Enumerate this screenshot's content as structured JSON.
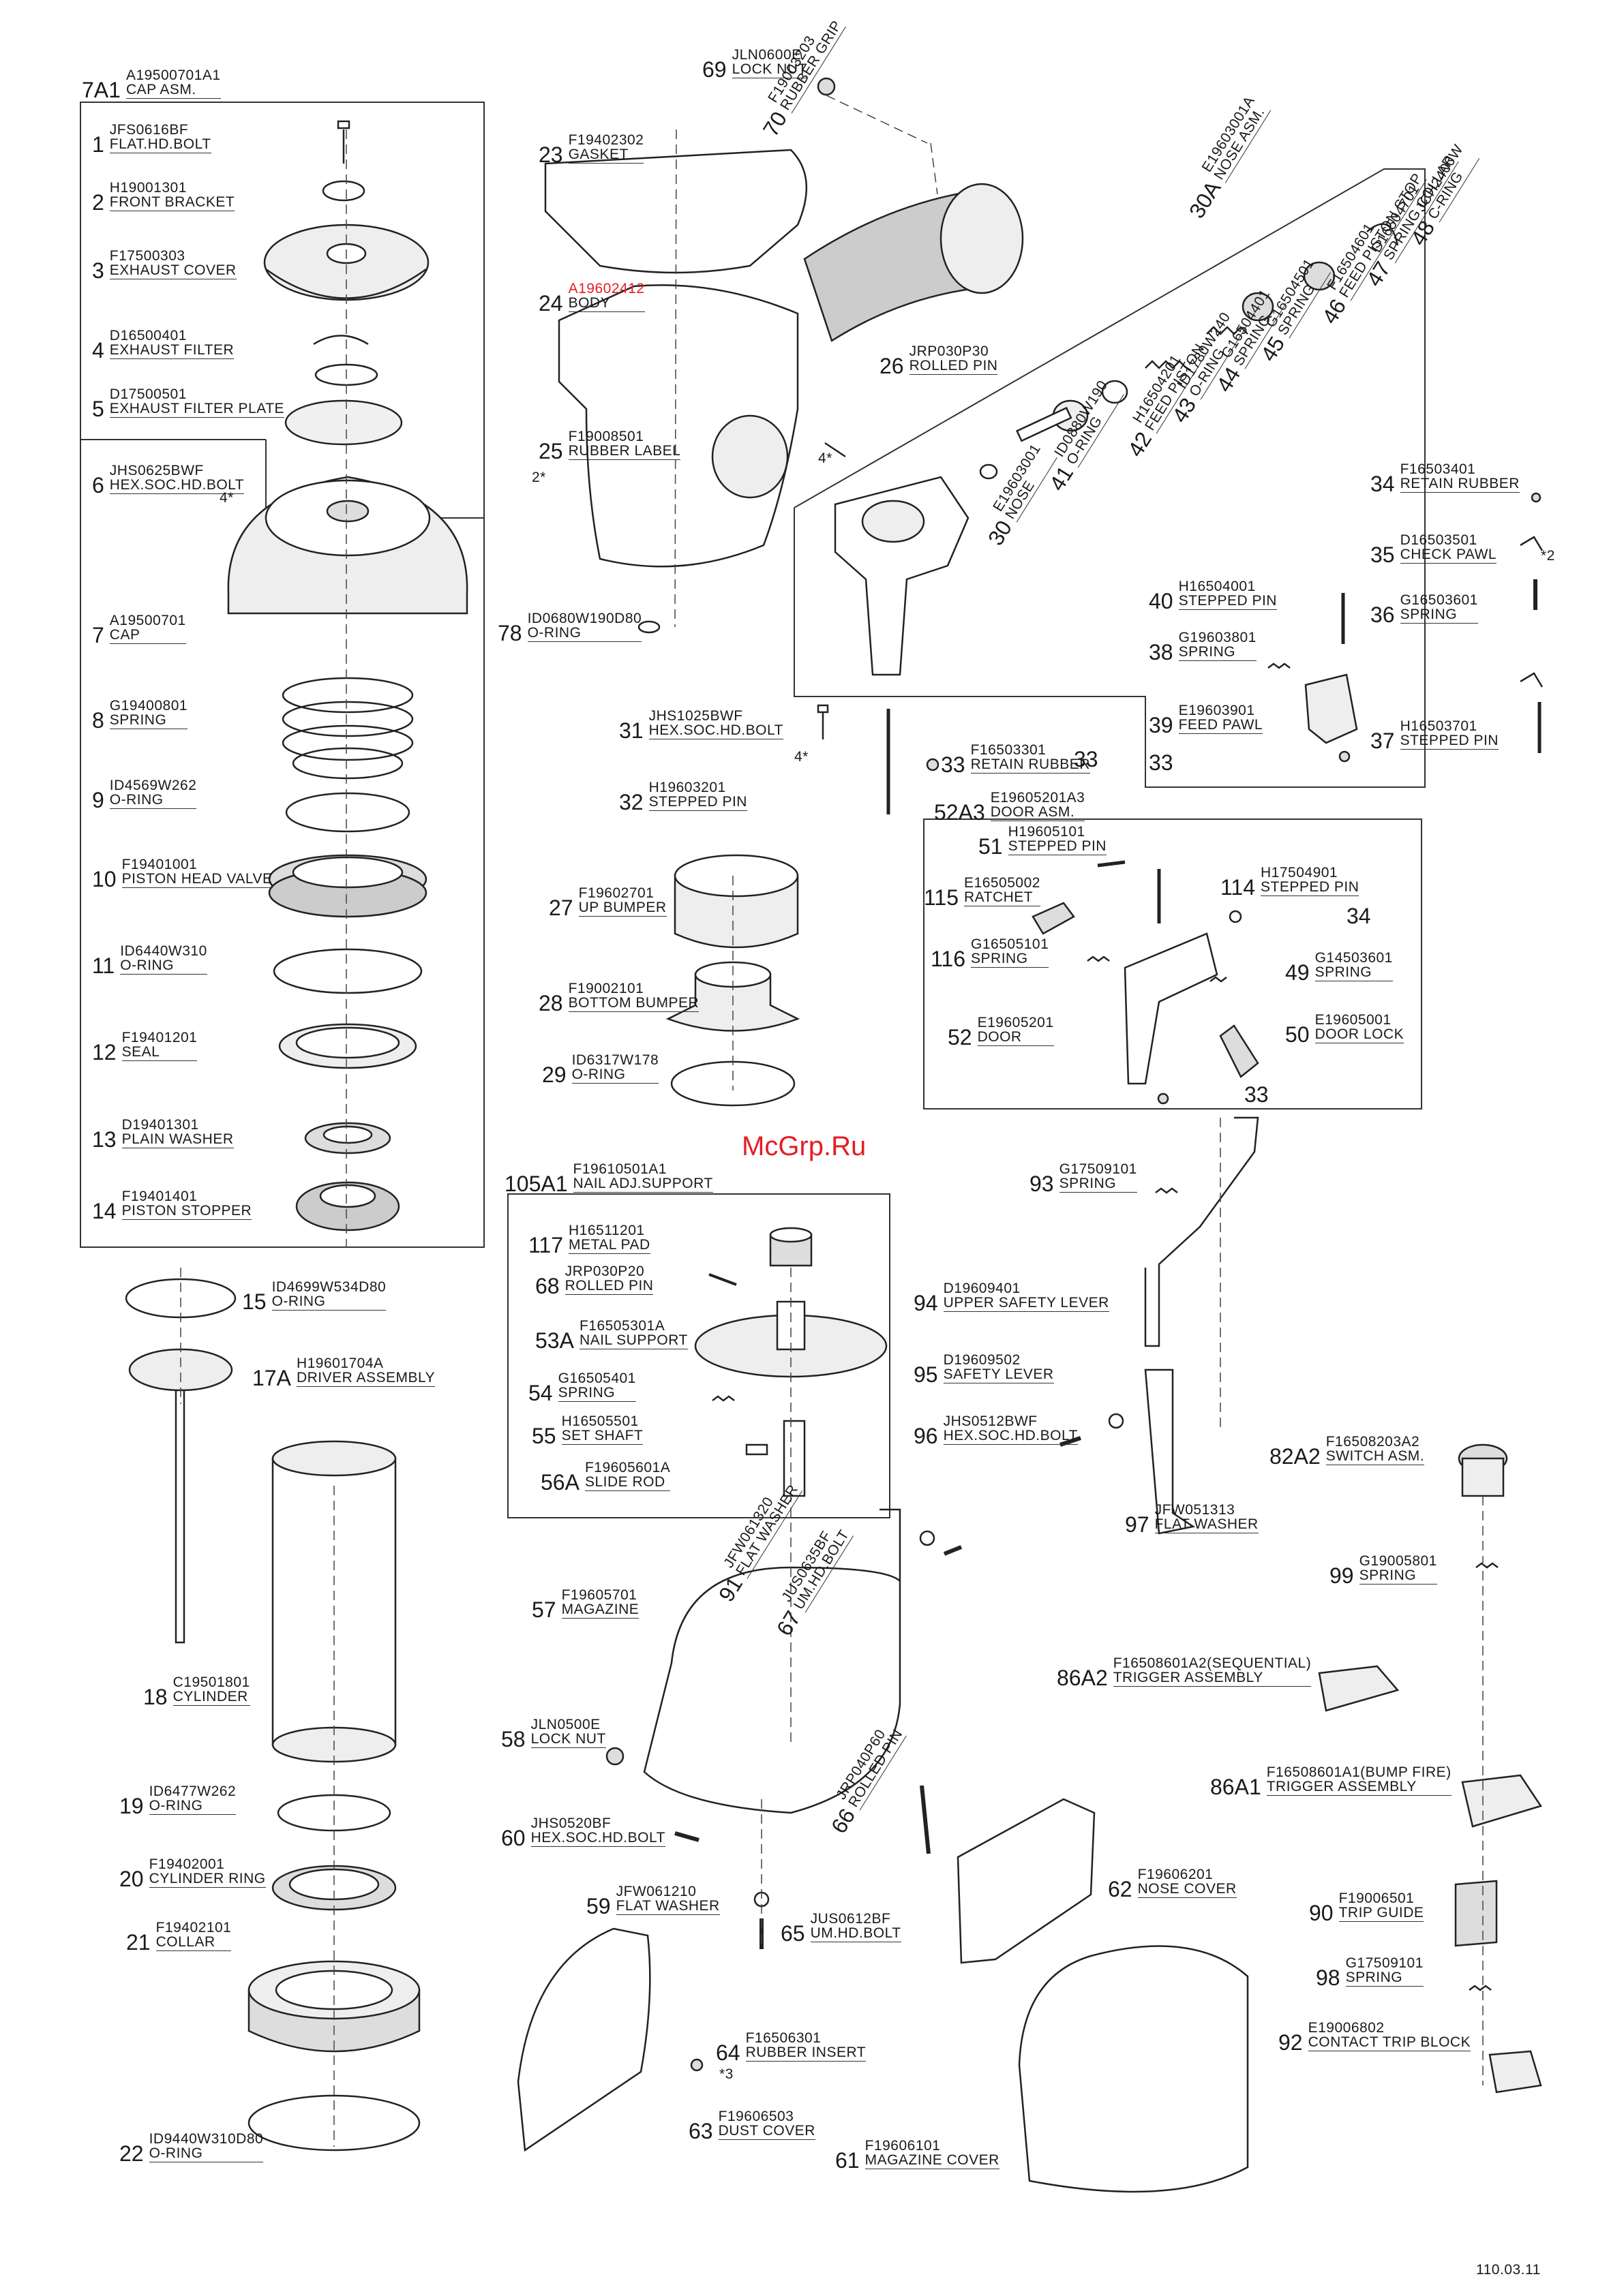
{
  "watermark": "McGrp.Ru",
  "doc_code": "110.03.11",
  "colors": {
    "line": "#333333",
    "accent": "#e31e24"
  },
  "parts": [
    {
      "num": "7A1",
      "code": "A19500701A1",
      "name": "CAP ASM."
    },
    {
      "num": "1",
      "code": "JFS0616BF",
      "name": "FLAT.HD.BOLT"
    },
    {
      "num": "2",
      "code": "H19001301",
      "name": "FRONT BRACKET"
    },
    {
      "num": "3",
      "code": "F17500303",
      "name": "EXHAUST COVER"
    },
    {
      "num": "4",
      "code": "D16500401",
      "name": "EXHAUST FILTER"
    },
    {
      "num": "5",
      "code": "D17500501",
      "name": "EXHAUST FILTER PLATE"
    },
    {
      "num": "6",
      "code": "JHS0625BWF",
      "name": "HEX.SOC.HD.BOLT"
    },
    {
      "num": "7",
      "code": "A19500701",
      "name": "CAP"
    },
    {
      "num": "8",
      "code": "G19400801",
      "name": "SPRING"
    },
    {
      "num": "9",
      "code": "ID4569W262",
      "name": "O-RING"
    },
    {
      "num": "10",
      "code": "F19401001",
      "name": "PISTON HEAD VALVE"
    },
    {
      "num": "11",
      "code": "ID6440W310",
      "name": "O-RING"
    },
    {
      "num": "12",
      "code": "F19401201",
      "name": "SEAL"
    },
    {
      "num": "13",
      "code": "D19401301",
      "name": "PLAIN WASHER"
    },
    {
      "num": "14",
      "code": "F19401401",
      "name": "PISTON STOPPER"
    },
    {
      "num": "15",
      "code": "ID4699W534D80",
      "name": "O-RING"
    },
    {
      "num": "17A",
      "code": "H19601704A",
      "name": "DRIVER ASSEMBLY"
    },
    {
      "num": "18",
      "code": "C19501801",
      "name": "CYLINDER"
    },
    {
      "num": "19",
      "code": "ID6477W262",
      "name": "O-RING"
    },
    {
      "num": "20",
      "code": "F19402001",
      "name": "CYLINDER RING"
    },
    {
      "num": "21",
      "code": "F19402101",
      "name": "COLLAR"
    },
    {
      "num": "22",
      "code": "ID9440W310D80",
      "name": "O-RING"
    },
    {
      "num": "69",
      "code": "JLN0600E",
      "name": "LOCK NUT"
    },
    {
      "num": "23",
      "code": "F19402302",
      "name": "GASKET"
    },
    {
      "num": "70",
      "code": "F19003203",
      "name": "RUBBER GRIP"
    },
    {
      "num": "24",
      "code": "A19602412",
      "name": "BODY"
    },
    {
      "num": "26",
      "code": "JRP030P30",
      "name": "ROLLED PIN"
    },
    {
      "num": "25",
      "code": "F19008501",
      "name": "RUBBER LABEL"
    },
    {
      "num": "78",
      "code": "ID0680W190D80",
      "name": "O-RING"
    },
    {
      "num": "30A",
      "code": "E19603001A",
      "name": "NOSE ASM."
    },
    {
      "num": "48",
      "code": "JCH2400W",
      "name": "C-RING"
    },
    {
      "num": "47",
      "code": "D16504701",
      "name": "SPRING COLLAR"
    },
    {
      "num": "46",
      "code": "F16504601",
      "name": "FEED PISTON STOP"
    },
    {
      "num": "45",
      "code": "G16504501",
      "name": "SPRING"
    },
    {
      "num": "44",
      "code": "G16504401",
      "name": "SPRING"
    },
    {
      "num": "43",
      "code": "ID1780W240",
      "name": "O-RING"
    },
    {
      "num": "42",
      "code": "H16504201",
      "name": "FEED PISTON"
    },
    {
      "num": "41",
      "code": "ID0880W190",
      "name": "O-RING"
    },
    {
      "num": "30",
      "code": "E19603001",
      "name": "NOSE"
    },
    {
      "num": "34",
      "code": "F16503401",
      "name": "RETAIN RUBBER"
    },
    {
      "num": "35",
      "code": "D16503501",
      "name": "CHECK PAWL"
    },
    {
      "num": "40",
      "code": "H16504001",
      "name": "STEPPED PIN"
    },
    {
      "num": "36",
      "code": "G16503601",
      "name": "SPRING"
    },
    {
      "num": "38",
      "code": "G19603801",
      "name": "SPRING"
    },
    {
      "num": "39",
      "code": "E19603901",
      "name": "FEED PAWL"
    },
    {
      "num": "37",
      "code": "H16503701",
      "name": "STEPPED PIN"
    },
    {
      "num": "31",
      "code": "JHS1025BWF",
      "name": "HEX.SOC.HD.BOLT"
    },
    {
      "num": "33",
      "code": "F16503301",
      "name": "RETAIN RUBBER"
    },
    {
      "num": "32",
      "code": "H19603201",
      "name": "STEPPED PIN"
    },
    {
      "num": "52A3",
      "code": "E19605201A3",
      "name": "DOOR ASM."
    },
    {
      "num": "51",
      "code": "H19605101",
      "name": "STEPPED PIN"
    },
    {
      "num": "115",
      "code": "E16505002",
      "name": "RATCHET"
    },
    {
      "num": "114",
      "code": "H17504901",
      "name": "STEPPED PIN"
    },
    {
      "num": "116",
      "code": "G16505101",
      "name": "SPRING"
    },
    {
      "num": "49",
      "code": "G14503601",
      "name": "SPRING"
    },
    {
      "num": "52",
      "code": "E19605201",
      "name": "DOOR"
    },
    {
      "num": "50",
      "code": "E19605001",
      "name": "DOOR LOCK"
    },
    {
      "num": "27",
      "code": "F19602701",
      "name": "UP BUMPER"
    },
    {
      "num": "28",
      "code": "F19002101",
      "name": "BOTTOM BUMPER"
    },
    {
      "num": "29",
      "code": "ID6317W178",
      "name": "O-RING"
    },
    {
      "num": "105A1",
      "code": "F19610501A1",
      "name": "NAIL ADJ.SUPPORT"
    },
    {
      "num": "117",
      "code": "H16511201",
      "name": "METAL PAD"
    },
    {
      "num": "68",
      "code": "JRP030P20",
      "name": "ROLLED PIN"
    },
    {
      "num": "53A",
      "code": "F16505301A",
      "name": "NAIL SUPPORT"
    },
    {
      "num": "54",
      "code": "G16505401",
      "name": "SPRING"
    },
    {
      "num": "55",
      "code": "H16505501",
      "name": "SET SHAFT"
    },
    {
      "num": "56A",
      "code": "F19605601A",
      "name": "SLIDE ROD"
    },
    {
      "num": "93",
      "code": "G17509101",
      "name": "SPRING"
    },
    {
      "num": "94",
      "code": "D19609401",
      "name": "UPPER SAFETY LEVER"
    },
    {
      "num": "95",
      "code": "D19609502",
      "name": "SAFETY LEVER"
    },
    {
      "num": "96",
      "code": "JHS0512BWF",
      "name": "HEX.SOC.HD.BOLT"
    },
    {
      "num": "97",
      "code": "JFW051313",
      "name": "FLAT WASHER"
    },
    {
      "num": "82A2",
      "code": "F16508203A2",
      "name": "SWITCH ASM."
    },
    {
      "num": "99",
      "code": "G19005801",
      "name": "SPRING"
    },
    {
      "num": "57",
      "code": "F19605701",
      "name": "MAGAZINE"
    },
    {
      "num": "91",
      "code": "JFW061320",
      "name": "FLAT WASHER"
    },
    {
      "num": "67",
      "code": "JUS0635BF",
      "name": "UM.HD.BOLT"
    },
    {
      "num": "86A2",
      "code": "F16508601A2(SEQUENTIAL)",
      "name": "TRIGGER ASSEMBLY"
    },
    {
      "num": "58",
      "code": "JLN0500E",
      "name": "LOCK NUT"
    },
    {
      "num": "86A1",
      "code": "F16508601A1(BUMP FIRE)",
      "name": "TRIGGER ASSEMBLY"
    },
    {
      "num": "60",
      "code": "JHS0520BF",
      "name": "HEX.SOC.HD.BOLT"
    },
    {
      "num": "66",
      "code": "JRP040P60",
      "name": "ROLLED PIN"
    },
    {
      "num": "59",
      "code": "JFW061210",
      "name": "FLAT WASHER"
    },
    {
      "num": "65",
      "code": "JUS0612BF",
      "name": "UM.HD.BOLT"
    },
    {
      "num": "62",
      "code": "F19606201",
      "name": "NOSE COVER"
    },
    {
      "num": "90",
      "code": "F19006501",
      "name": "TRIP GUIDE"
    },
    {
      "num": "98",
      "code": "G17509101",
      "name": "SPRING"
    },
    {
      "num": "92",
      "code": "E19006802",
      "name": "CONTACT TRIP BLOCK"
    },
    {
      "num": "64",
      "code": "F16506301",
      "name": "RUBBER INSERT"
    },
    {
      "num": "63",
      "code": "F19606503",
      "name": "DUST COVER"
    },
    {
      "num": "61",
      "code": "F19606101",
      "name": "MAGAZINE COVER"
    }
  ],
  "extra_numbers": [
    "33",
    "33",
    "34",
    "33"
  ],
  "notes": [
    "4*",
    "4*",
    "2*",
    "4*",
    "*2",
    "*3"
  ]
}
